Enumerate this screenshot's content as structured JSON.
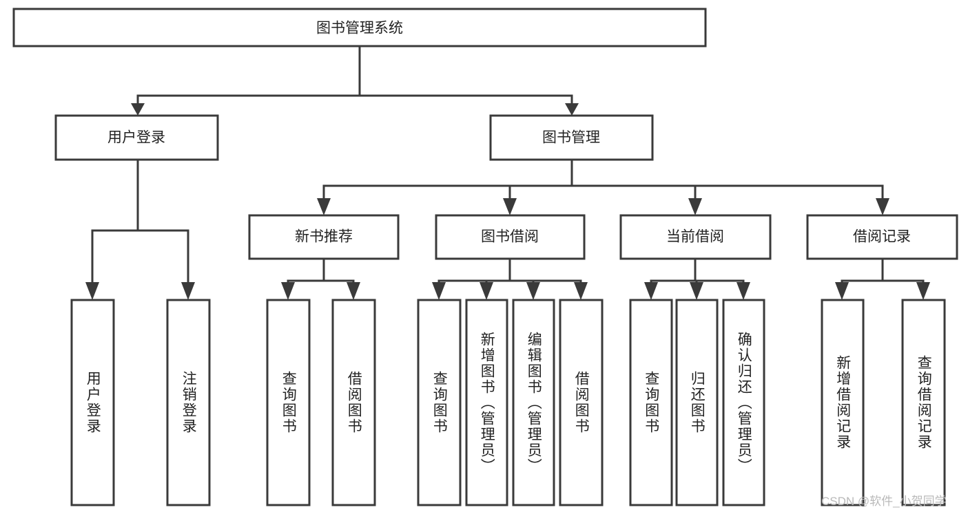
{
  "diagram": {
    "type": "tree-hierarchy",
    "title": "图书管理系统",
    "root": {
      "id": "root",
      "label": "图书管理系统",
      "orientation": "horizontal"
    },
    "level1": [
      {
        "id": "user-login",
        "label": "用户登录",
        "orientation": "horizontal"
      },
      {
        "id": "book-manage",
        "label": "图书管理",
        "orientation": "horizontal"
      }
    ],
    "level2": [
      {
        "id": "new-book-recommend",
        "label": "新书推荐",
        "orientation": "horizontal",
        "parent": "book-manage"
      },
      {
        "id": "book-borrow",
        "label": "图书借阅",
        "orientation": "horizontal",
        "parent": "book-manage"
      },
      {
        "id": "current-borrow",
        "label": "当前借阅",
        "orientation": "horizontal",
        "parent": "book-manage"
      },
      {
        "id": "borrow-record",
        "label": "借阅记录",
        "orientation": "horizontal",
        "parent": "book-manage"
      }
    ],
    "leaves": [
      {
        "id": "leaf-user-login",
        "label": "用户登录",
        "parent": "user-login",
        "orientation": "vertical"
      },
      {
        "id": "leaf-user-logout",
        "label": "注销登录",
        "parent": "user-login",
        "orientation": "vertical"
      },
      {
        "id": "leaf-query-book-1",
        "label": "查询图书",
        "parent": "new-book-recommend",
        "orientation": "vertical"
      },
      {
        "id": "leaf-borrow-book-1",
        "label": "借阅图书",
        "parent": "new-book-recommend",
        "orientation": "vertical"
      },
      {
        "id": "leaf-query-book-2",
        "label": "查询图书",
        "parent": "book-borrow",
        "orientation": "vertical"
      },
      {
        "id": "leaf-add-book",
        "label": "新增图书（管理员）",
        "parent": "book-borrow",
        "orientation": "vertical"
      },
      {
        "id": "leaf-edit-book",
        "label": "编辑图书（管理员）",
        "parent": "book-borrow",
        "orientation": "vertical"
      },
      {
        "id": "leaf-borrow-book-2",
        "label": "借阅图书",
        "parent": "book-borrow",
        "orientation": "vertical"
      },
      {
        "id": "leaf-query-book-3",
        "label": "查询图书",
        "parent": "current-borrow",
        "orientation": "vertical"
      },
      {
        "id": "leaf-return-book",
        "label": "归还图书",
        "parent": "current-borrow",
        "orientation": "vertical"
      },
      {
        "id": "leaf-confirm-return",
        "label": "确认归还（管理员）",
        "parent": "current-borrow",
        "orientation": "vertical"
      },
      {
        "id": "leaf-add-record",
        "label": "新增借阅记录",
        "parent": "borrow-record",
        "orientation": "vertical"
      },
      {
        "id": "leaf-query-record",
        "label": "查询借阅记录",
        "parent": "borrow-record",
        "orientation": "vertical"
      }
    ],
    "colors": {
      "stroke": "#3a3a3a",
      "fill": "#ffffff",
      "text": "#222222",
      "watermark": "#b9b9b9"
    }
  },
  "watermark": {
    "text": "CSDN @软件_小贺同学"
  }
}
